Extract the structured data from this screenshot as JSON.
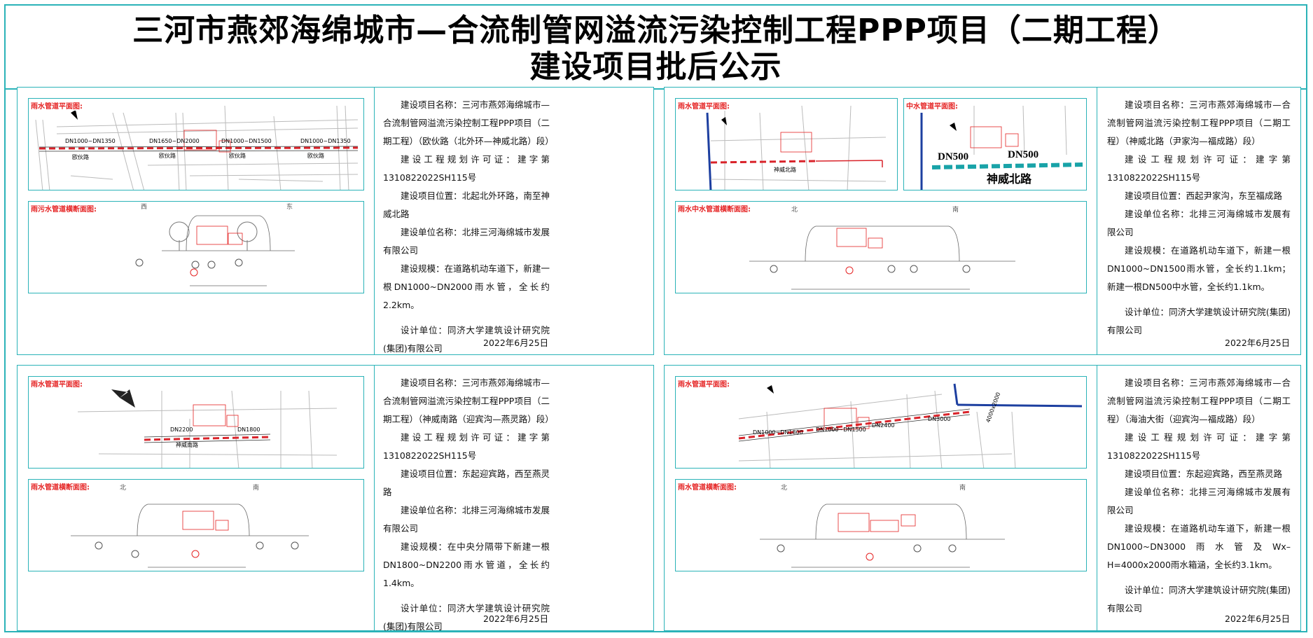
{
  "title": {
    "line1": "三河市燕郊海绵城市—合流制管网溢流污染控制工程PPP项目（二期工程）",
    "line2": "建设项目批后公示"
  },
  "panels": [
    {
      "caption_plan": "雨水管道平面图:",
      "caption_section": "雨污水管道横断面图:",
      "plan_labels": [
        "DN1000~DN1350",
        "DN1650~DN2000",
        "DN1000~DN1500",
        "DN1000~DN1350",
        "欧伙路",
        "欧伙路",
        "欧伙路",
        "欧伙路"
      ],
      "section_labels": [
        "西",
        "东"
      ],
      "p1": "建设项目名称：三河市燕郊海绵城市—合流制管网溢流污染控制工程PPP项目（二期工程）（欧伙路（北外环—神威北路）段）",
      "p2": "建 设 工 程 规 划 许 可 证 ： 建 字 第1310822022SH115号",
      "p3": "建设项目位置：北起北外环路，南至神威北路",
      "p4": "建设单位名称：北排三河海绵城市发展有限公司",
      "p5": "建设规模：在道路机动车道下，新建一根DN1000~DN2000雨水管，全长约2.2km。",
      "p6": "设计单位：同济大学建筑设计研究院(集团)有限公司",
      "date": "2022年6月25日"
    },
    {
      "caption_plan": "雨水管道平面图:",
      "caption_plan2": "中水管道平面图:",
      "caption_section": "雨水中水管道横断面图:",
      "plan_labels": [
        "神威北路"
      ],
      "plan2_labels": [
        "DN500",
        "DN500",
        "神威北路"
      ],
      "section_labels": [
        "北",
        "南"
      ],
      "p1": "建设项目名称：三河市燕郊海绵城市—合流制管网溢流污染控制工程PPP项目（二期工程）（神威北路（尹家沟—福成路）段）",
      "p2": "建 设 工 程 规 划 许 可 证 ： 建 字 第1310822022SH115号",
      "p3": "建设项目位置：西起尹家沟，东至福成路",
      "p4": "建设单位名称：北排三河海绵城市发展有限公司",
      "p5": "建设规模：在道路机动车道下，新建一根DN1000~DN1500雨水管，全长约1.1km；新建一根DN500中水管，全长约1.1km。",
      "p6": "设计单位：同济大学建筑设计研究院(集团)有限公司",
      "date": "2022年6月25日"
    },
    {
      "caption_plan": "雨水管道平面图:",
      "caption_section": "雨水管道横断面图:",
      "plan_labels": [
        "DN2200",
        "DN1800",
        "神威南路"
      ],
      "section_labels": [
        "北",
        "南"
      ],
      "p1": "建设项目名称：三河市燕郊海绵城市—合流制管网溢流污染控制工程PPP项目（二期工程）（神威南路（迎宾沟—燕灵路）段）",
      "p2": "建 设 工 程 规 划 许 可 证 ： 建 字 第1310822022SH115号",
      "p3": "建设项目位置：东起迎宾路，西至燕灵路",
      "p4": "建设单位名称：北排三河海绵城市发展有限公司",
      "p5": "建设规模：在中央分隔带下新建一根DN1800~DN2200雨水管道，全长约1.4km。",
      "p6": "设计单位：同济大学建筑设计研究院(集团)有限公司",
      "date": "2022年6月25日"
    },
    {
      "caption_plan": "雨水管道平面图:",
      "caption_section": "雨水管道横断面图:",
      "plan_labels": [
        "DN1000~DN1800",
        "DN1000~DN1500",
        "DN2400",
        "DN3000",
        "4000x2000"
      ],
      "section_labels": [
        "北",
        "南"
      ],
      "p1": "建设项目名称：三河市燕郊海绵城市—合流制管网溢流污染控制工程PPP项目（二期工程）（海油大街（迎宾沟—福成路）段）",
      "p2": "建 设 工 程 规 划 许 可 证 ： 建 字 第1310822022SH115号",
      "p3": "建设项目位置：东起迎宾路，西至燕灵路",
      "p4": "建设单位名称：北排三河海绵城市发展有限公司",
      "p5": "建设规模：在道路机动车道下，新建一根DN1000~DN3000雨水管及Wx–H=4000x2000雨水箱涵，全长约3.1km。",
      "p6": "设计单位：同济大学建筑设计研究院(集团)有限公司",
      "date": "2022年6月25日"
    }
  ],
  "colors": {
    "frame": "#2bb3b8",
    "caption": "#e52424",
    "pipe": "#d9232a",
    "reclaimed": "#19a3a8",
    "river": "#1d3fa0"
  }
}
